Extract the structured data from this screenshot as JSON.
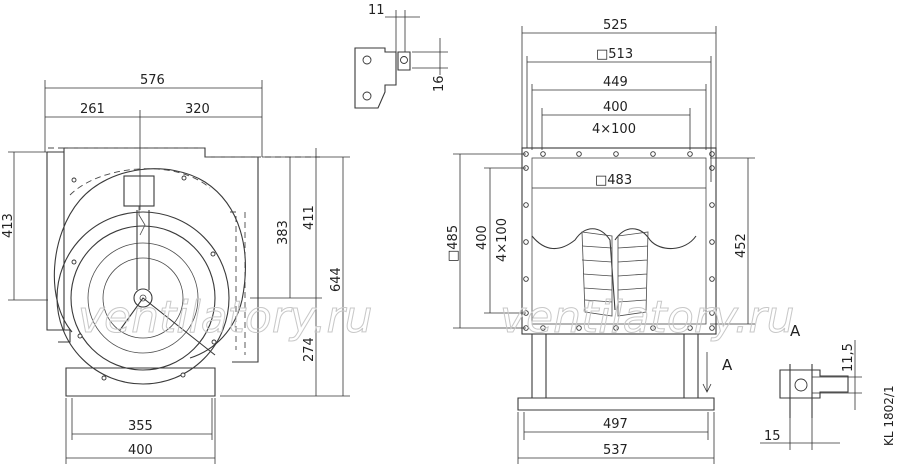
{
  "left_view": {
    "dim_width": "576",
    "dim_left_part": "261",
    "dim_right_part": "320",
    "dim_height_left": "413",
    "dim_383": "383",
    "dim_411": "411",
    "dim_644": "644",
    "dim_274": "274",
    "dim_base_inner": "355",
    "dim_base_outer": "400"
  },
  "top_detail": {
    "dim_11": "11",
    "dim_16": "16"
  },
  "front_view": {
    "dim_525": "525",
    "dim_513": "□513",
    "dim_449": "449",
    "dim_400": "400",
    "dim_4x100": "4×100",
    "dim_483": "□483",
    "dim_485": "□485",
    "dim_400_v": "400",
    "dim_4x100_v": "4×100",
    "dim_452": "452",
    "dim_497": "497",
    "dim_537": "537",
    "label_A": "A"
  },
  "detail_a": {
    "label": "A",
    "dim_11_5": "11,5",
    "dim_15": "15"
  },
  "drawing_code": "KL 1802/1",
  "watermark": "ventilatory.ru"
}
